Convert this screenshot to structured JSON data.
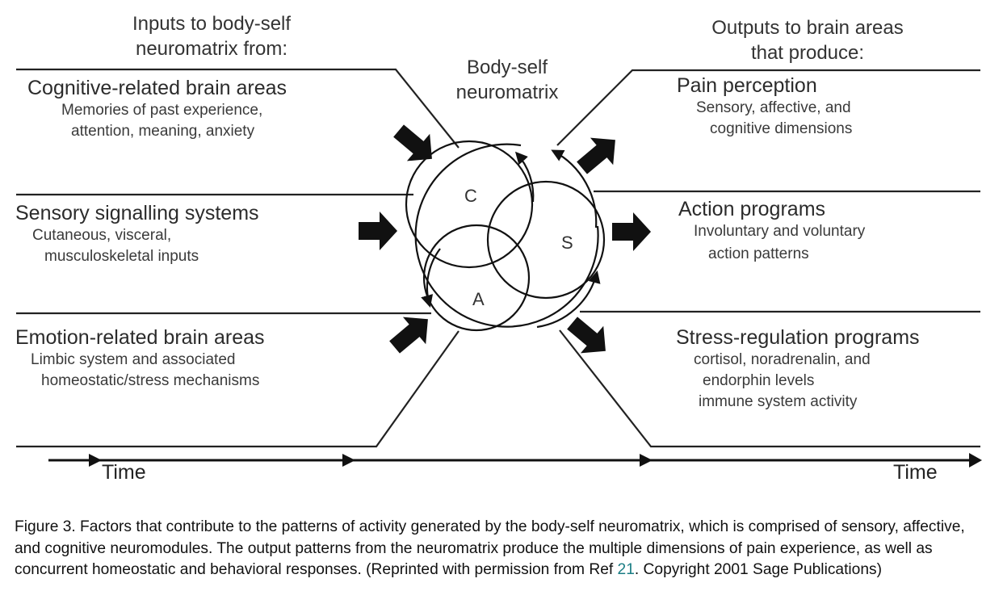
{
  "inputs_header": [
    "Inputs to body-self",
    "neuromatrix from:"
  ],
  "outputs_header": [
    "Outputs to brain areas",
    "that produce:"
  ],
  "center_title": [
    "Body-self",
    "neuromatrix"
  ],
  "inputs": [
    {
      "title": "Cognitive-related brain areas",
      "lines": [
        "Memories of past experience,",
        "attention, meaning, anxiety"
      ]
    },
    {
      "title": "Sensory signalling systems",
      "lines": [
        "Cutaneous, visceral,",
        "musculoskeletal inputs"
      ]
    },
    {
      "title": "Emotion-related brain areas",
      "lines": [
        "Limbic system and associated",
        "homeostatic/stress mechanisms"
      ]
    }
  ],
  "outputs": [
    {
      "title": "Pain perception",
      "lines": [
        "Sensory, affective, and",
        "cognitive dimensions"
      ]
    },
    {
      "title": "Action programs",
      "lines": [
        "Involuntary and voluntary",
        "action patterns"
      ]
    },
    {
      "title": "Stress-regulation programs",
      "lines": [
        "cortisol, noradrenalin, and",
        "endorphin levels",
        "immune system activity"
      ]
    }
  ],
  "neuromodules": {
    "c": "C",
    "s": "S",
    "a": "A"
  },
  "time_labels": {
    "left": "Time",
    "right": "Time"
  },
  "caption": {
    "text": "Figure 3. Factors that contribute to the patterns of activity generated by the body-self neuromatrix, which is comprised of sensory, affective, and cognitive neuromodules. The output patterns from the neuromatrix produce the multiple dimensions of pain experience, as well as concurrent homeostatic and behavioral responses. (Reprinted with permission from Ref ",
    "ref_link": "21",
    "tail": ". Copyright 2001 Sage Publications)"
  },
  "colors": {
    "link": "#1a7d84",
    "line": "#111111"
  }
}
